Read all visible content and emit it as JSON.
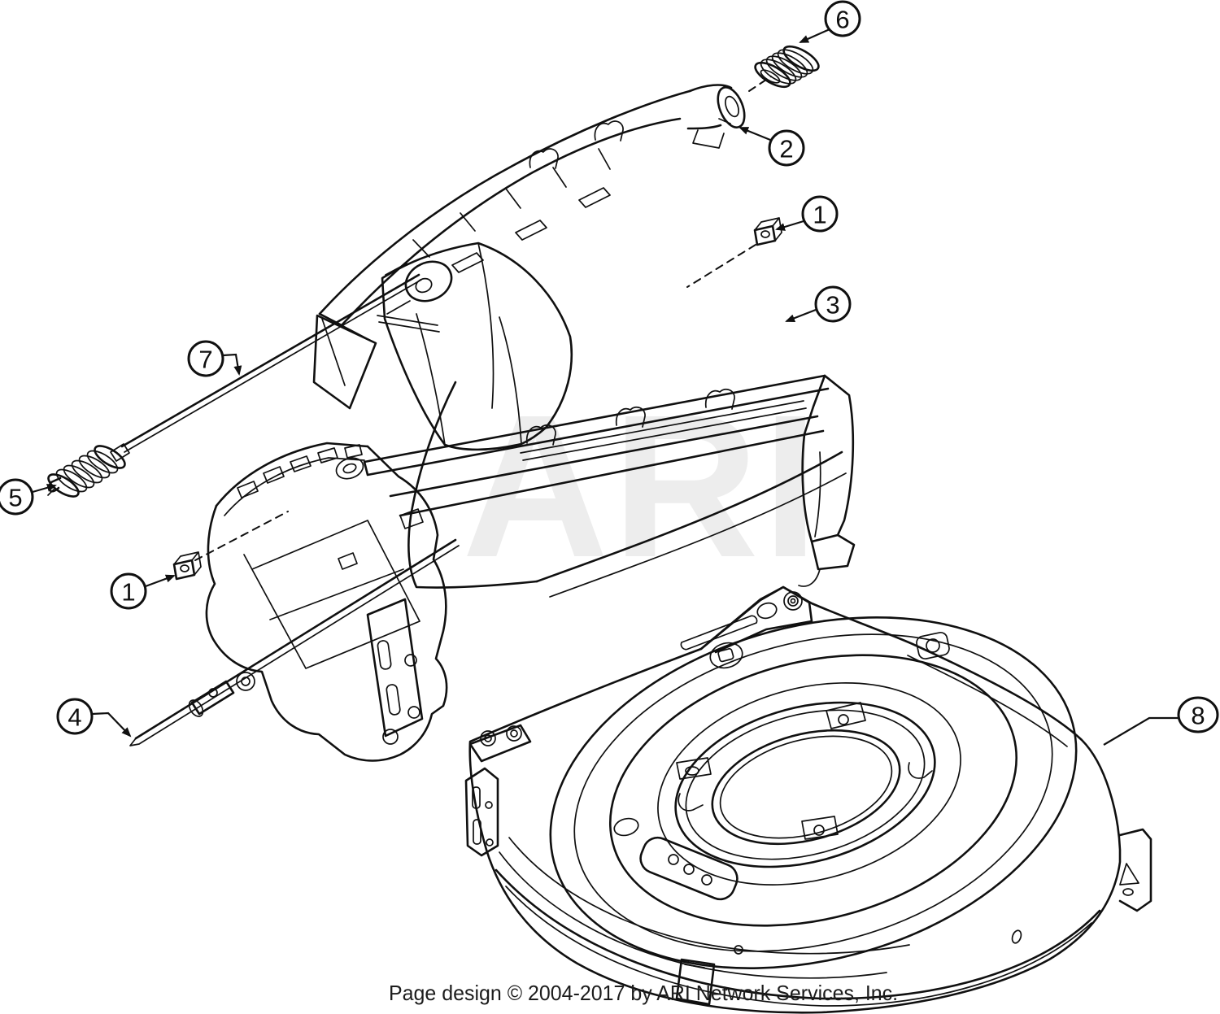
{
  "watermark": "ARI",
  "footer": "Page design © 2004-2017 by ARI Network Services, Inc.",
  "callouts": [
    "6",
    "2",
    "1",
    "3",
    "7",
    "5",
    "1",
    "4",
    "8"
  ]
}
